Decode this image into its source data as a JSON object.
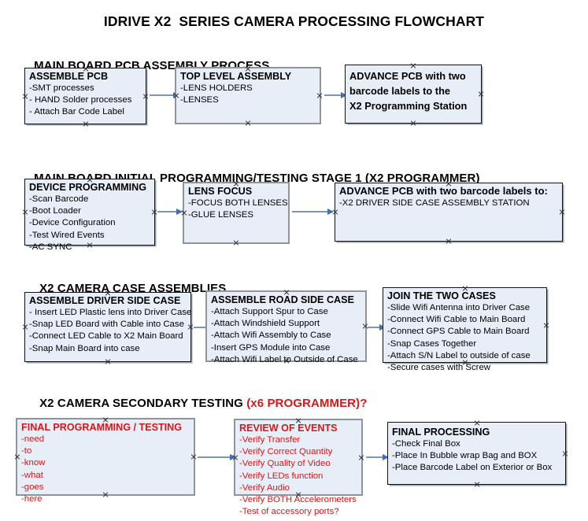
{
  "document": {
    "title": "IDRIVE X2  SERIES CAMERA PROCESSING FLOWCHART"
  },
  "theme": {
    "box_fill": "#e8eef7",
    "box_border": "#111111",
    "selected_border": "#8f949b",
    "arrow_color": "#7e95b4",
    "arrow_head_color": "#3f6fae",
    "red_text": "#d31919",
    "text": "#000000",
    "background": "#ffffff"
  },
  "sections": [
    {
      "id": "main-board-pcb-assembly",
      "heading": "MAIN BOARD PCB ASSEMBLY PROCESS",
      "heading_red": "",
      "boxes": [
        {
          "id": "assemble-pcb",
          "heading": "ASSEMBLE PCB",
          "lines": [
            "-SMT processes",
            "- HAND Solder processes",
            "- Attach Bar Code Label"
          ]
        },
        {
          "id": "top-level-assembly",
          "heading": "TOP LEVEL ASSEMBLY",
          "lines": [
            "-LENS HOLDERS",
            "-LENSES"
          ]
        },
        {
          "id": "advance-pcb-to-programming-station",
          "heading_lines": [
            "ADVANCE PCB with two",
            "barcode labels to the",
            " X2 Programming Station"
          ],
          "lines": []
        }
      ]
    },
    {
      "id": "main-board-initial-programming",
      "heading": "MAIN BOARD INITIAL PROGRAMMING/TESTING STAGE 1 (X2 PROGRAMMER)",
      "heading_red": "",
      "boxes": [
        {
          "id": "device-programming",
          "heading": "DEVICE PROGRAMMING",
          "lines": [
            "-Scan Barcode",
            "-Boot Loader",
            "-Device Configuration",
            "-Test Wired Events",
            "-AC SYNC"
          ]
        },
        {
          "id": "lens-focus",
          "heading": "LENS FOCUS",
          "lines": [
            "-FOCUS BOTH LENSES",
            "-GLUE LENSES"
          ]
        },
        {
          "id": "advance-pcb-to-driver-side-case",
          "heading": "ADVANCE PCB with two barcode labels to:",
          "lines": [
            "-X2 DRIVER  SIDE  CASE  ASSEMBLY STATION"
          ]
        }
      ]
    },
    {
      "id": "x2-camera-case-assemblies",
      "heading": "X2 CAMERA CASE ASSEMBLIES",
      "heading_red": "",
      "boxes": [
        {
          "id": "assemble-driver-side-case",
          "heading": "ASSEMBLE DRIVER SIDE CASE",
          "lines": [
            "- Insert LED Plastic lens into Driver Case",
            "-Snap LED Board with Cable into Case",
            "-Connect LED Cable to X2 Main Board",
            "-Snap Main Board into case"
          ]
        },
        {
          "id": "assemble-road-side-case",
          "heading": "ASSEMBLE ROAD SIDE CASE",
          "lines": [
            "-Attach Support Spur to Case",
            "-Attach Windshield Support",
            "-Attach Wifi Assembly to Case",
            "-Insert GPS Module into Case",
            "-Attach Wifi Label to Outside of Case"
          ]
        },
        {
          "id": "join-the-two-cases",
          "heading": "JOIN THE TWO CASES",
          "lines": [
            "-Slide Wifi Antenna into Driver Case",
            "-Connect Wifi Cable to Main Board",
            "-Connect GPS Cable to Main Board",
            "-Snap Cases Together",
            "-Attach S/N Label to outside of case",
            "-Secure cases with Screw"
          ]
        }
      ]
    },
    {
      "id": "x2-camera-secondary-testing",
      "heading": "X2 CAMERA SECONDARY TESTING ",
      "heading_red": "(x6 PROGRAMMER)?",
      "boxes": [
        {
          "id": "final-programming-testing",
          "heading": "FINAL PROGRAMMING / TESTING",
          "lines": [
            "-need",
            "-to",
            "-know",
            "-what",
            "-goes",
            "-here"
          ]
        },
        {
          "id": "review-of-events",
          "heading": "REVIEW OF EVENTS",
          "lines": [
            "-Verify Transfer",
            "-Verify Correct Quantity",
            "-Verify Quality of Video",
            "-Verify LEDs function",
            "-Verify Audio",
            "-Verify BOTH Accelerometers",
            "-Test of accessory ports?"
          ]
        },
        {
          "id": "final-processing",
          "heading": "FINAL PROCESSING",
          "lines": [
            " -Check Final Box",
            "-Place In Bubble wrap Bag and BOX",
            "-Place Barcode Label on Exterior or Box"
          ]
        }
      ]
    }
  ]
}
